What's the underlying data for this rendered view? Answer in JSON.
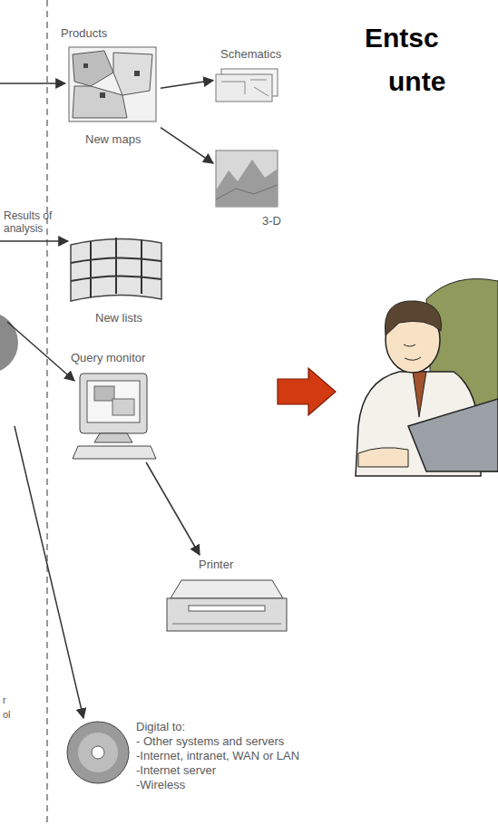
{
  "diagram": {
    "nodes": [
      {
        "text": [
          "Schematics"
        ]
      },
      {
        "text": [
          "New maps"
        ]
      },
      {
        "text": [
          "3-D"
        ]
      },
      {
        "text": [
          "New lists"
        ]
      },
      {
        "text": [
          "Query monitor"
        ]
      },
      {
        "text": [
          "Printer"
        ]
      },
      {
        "text": [
          "Digital to:",
          "- Other systems and servers",
          "-Internet, intranet, WAN or LAN",
          "-Internet server",
          "-Wireless"
        ]
      }
    ],
    "edges": [
      {
        "from": 1,
        "to": 0,
        "arrow": "to"
      },
      {
        "from": 1,
        "to": 2,
        "arrow": "to"
      },
      {
        "from": 4,
        "to": 5,
        "arrow": "to"
      }
    ],
    "labels": [
      "Products",
      "Results of analysis",
      "Entsc",
      "unte",
      "r",
      "ol"
    ]
  }
}
